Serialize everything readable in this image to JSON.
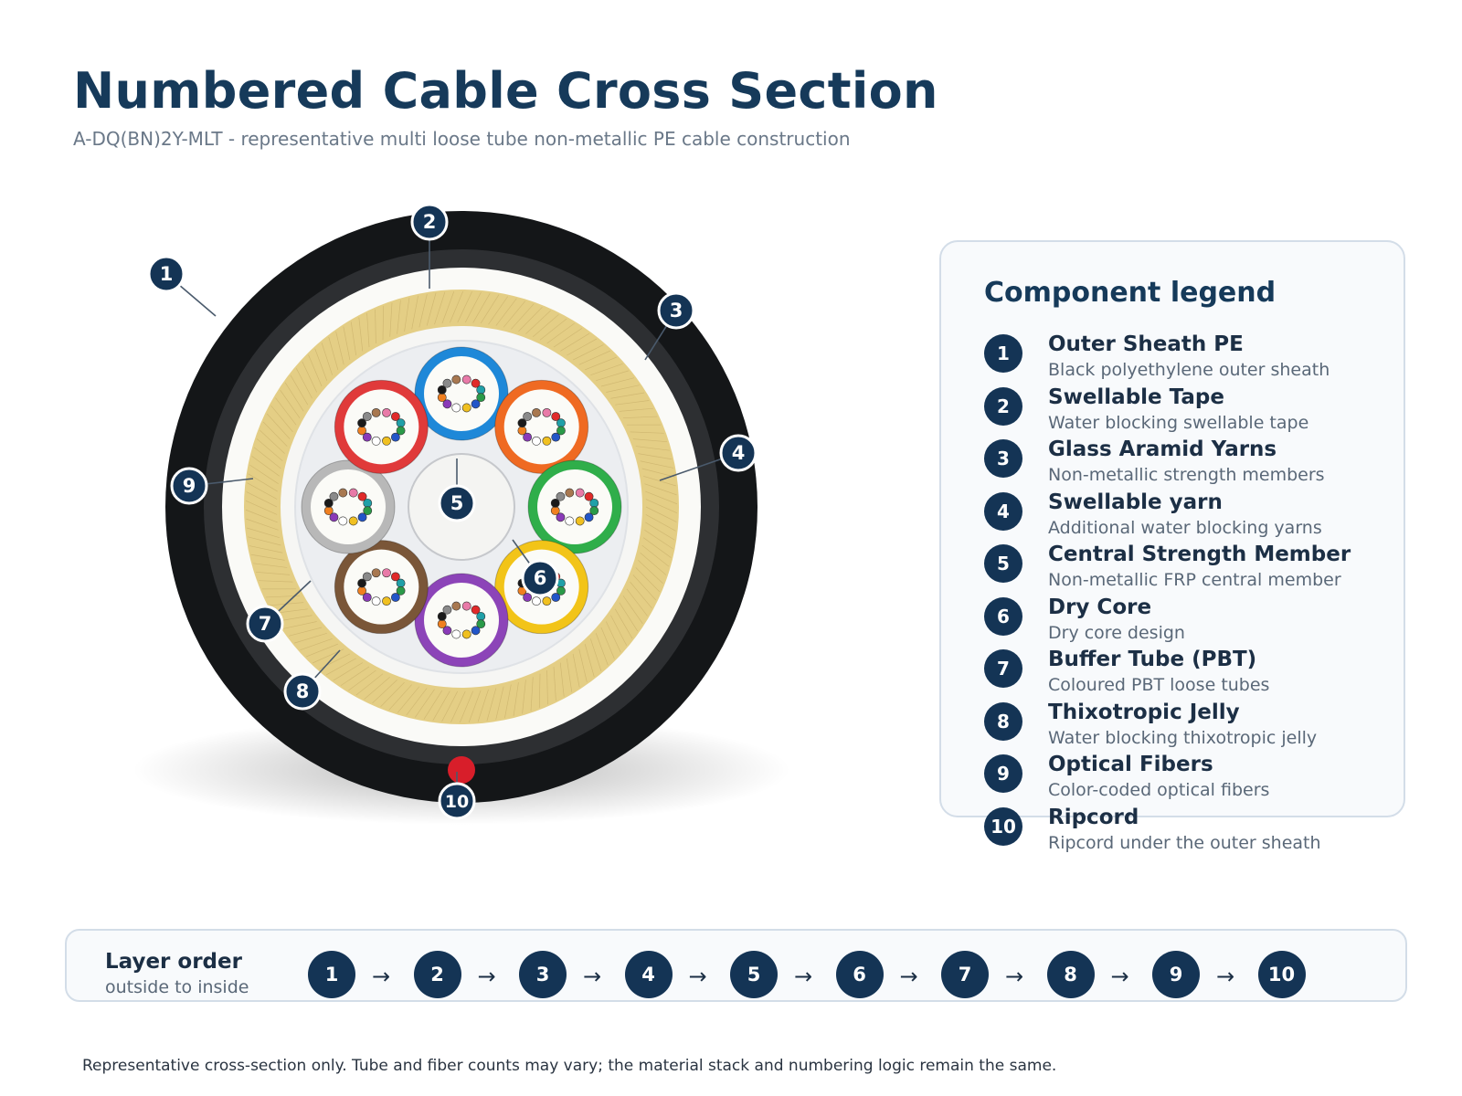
{
  "header": {
    "title": "Numbered Cable Cross Section",
    "subtitle": "A-DQ(BN)2Y-MLT - representative multi loose tube non-metallic PE cable construction"
  },
  "legend": {
    "title": "Component legend",
    "items": [
      {
        "num": "1",
        "name": "Outer Sheath PE",
        "desc": "Black polyethylene outer sheath"
      },
      {
        "num": "2",
        "name": "Swellable Tape",
        "desc": "Water blocking swellable tape"
      },
      {
        "num": "3",
        "name": "Glass Aramid Yarns",
        "desc": "Non-metallic strength members"
      },
      {
        "num": "4",
        "name": "Swellable yarn",
        "desc": "Additional water blocking yarns"
      },
      {
        "num": "5",
        "name": "Central Strength Member",
        "desc": "Non-metallic FRP central member"
      },
      {
        "num": "6",
        "name": "Dry Core",
        "desc": "Dry core design"
      },
      {
        "num": "7",
        "name": "Buffer Tube (PBT)",
        "desc": "Coloured PBT loose tubes"
      },
      {
        "num": "8",
        "name": "Thixotropic Jelly",
        "desc": "Water blocking thixotropic jelly"
      },
      {
        "num": "9",
        "name": "Optical Fibers",
        "desc": "Color-coded optical fibers"
      },
      {
        "num": "10",
        "name": "Ripcord",
        "desc": "Ripcord under the outer sheath"
      }
    ]
  },
  "layer_order": {
    "title": "Layer order",
    "subtitle": "outside to inside",
    "steps": [
      "1",
      "2",
      "3",
      "4",
      "5",
      "6",
      "7",
      "8",
      "9",
      "10"
    ],
    "arrow": "→"
  },
  "footnote": "Representative cross-section only. Tube and fiber counts may vary; the material stack and numbering logic remain the same.",
  "diagram": {
    "callouts": [
      "1",
      "2",
      "3",
      "4",
      "5",
      "6",
      "7",
      "8",
      "9",
      "10"
    ],
    "tube_colors": [
      "#1e88d8",
      "#ef6a22",
      "#2fae4a",
      "#f2c418",
      "#8c44b8",
      "#7a5638",
      "#b8b8b8",
      "#e03a3a"
    ],
    "fiber_colors": [
      "#e02a2a",
      "#20a0a8",
      "#2a9a48",
      "#2255c8",
      "#f0c020",
      "#ffffff",
      "#8a3ab8",
      "#f08020",
      "#1a1a1a",
      "#8a8a8a",
      "#a87850",
      "#e87aa8"
    ],
    "colors": {
      "sheath": "#141618",
      "inner_sheath": "#2d2f32",
      "tape": "#fafaf7",
      "yarns": "#e4ce85",
      "badge": "#143455",
      "ripcord": "#d81e2a"
    }
  }
}
